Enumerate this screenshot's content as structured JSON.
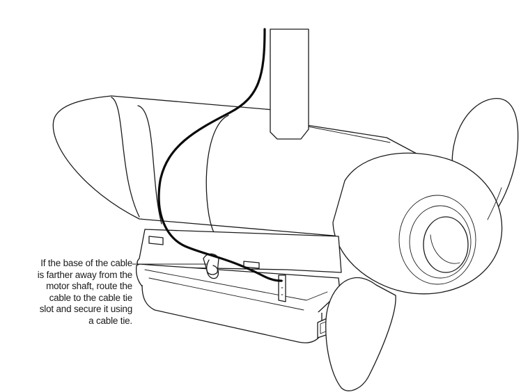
{
  "callout": {
    "lines": [
      "If the base of the cable",
      "is farther away from the",
      "motor shaft, route the",
      "cable to the cable tie",
      "slot and secure it using",
      "a cable tie."
    ]
  },
  "colors": {
    "line": "#1a1a1a",
    "cable": "#0a0a0a",
    "background": "#ffffff"
  }
}
